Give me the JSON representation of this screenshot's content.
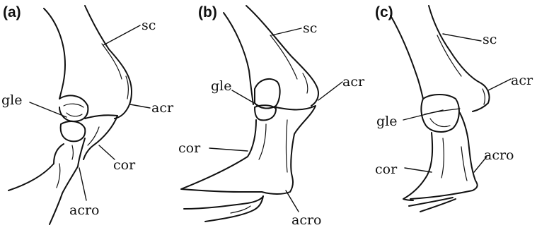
{
  "panels": [
    {
      "letter": "(a)",
      "labels": {
        "sc": "sc",
        "gle": "gle",
        "acr": "acr",
        "cor": "cor",
        "acro": "acro"
      }
    },
    {
      "letter": "(b)",
      "labels": {
        "sc": "sc",
        "gle": "gle",
        "acr": "acr",
        "cor": "cor",
        "acro": "acro"
      }
    },
    {
      "letter": "(c)",
      "labels": {
        "sc": "sc",
        "gle": "gle",
        "acr": "acr",
        "cor": "cor",
        "acro": "acro"
      }
    }
  ]
}
